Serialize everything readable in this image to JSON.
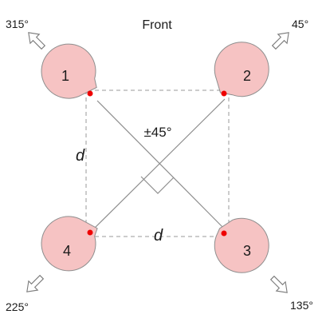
{
  "front_label": "Front",
  "center_angle_label": "±45°",
  "distance_label": "d",
  "colors": {
    "rotor_fill": "#f6c3c3",
    "rotor_stroke": "#8e8e8e",
    "frame_line": "#8e8e8e",
    "dash_line": "#9a9a9a",
    "red_dot": "#ee0000"
  },
  "rotors": [
    {
      "number": "1",
      "angle_label": "315°"
    },
    {
      "number": "2",
      "angle_label": "45°"
    },
    {
      "number": "3",
      "angle_label": "135°"
    },
    {
      "number": "4",
      "angle_label": "225°"
    }
  ]
}
